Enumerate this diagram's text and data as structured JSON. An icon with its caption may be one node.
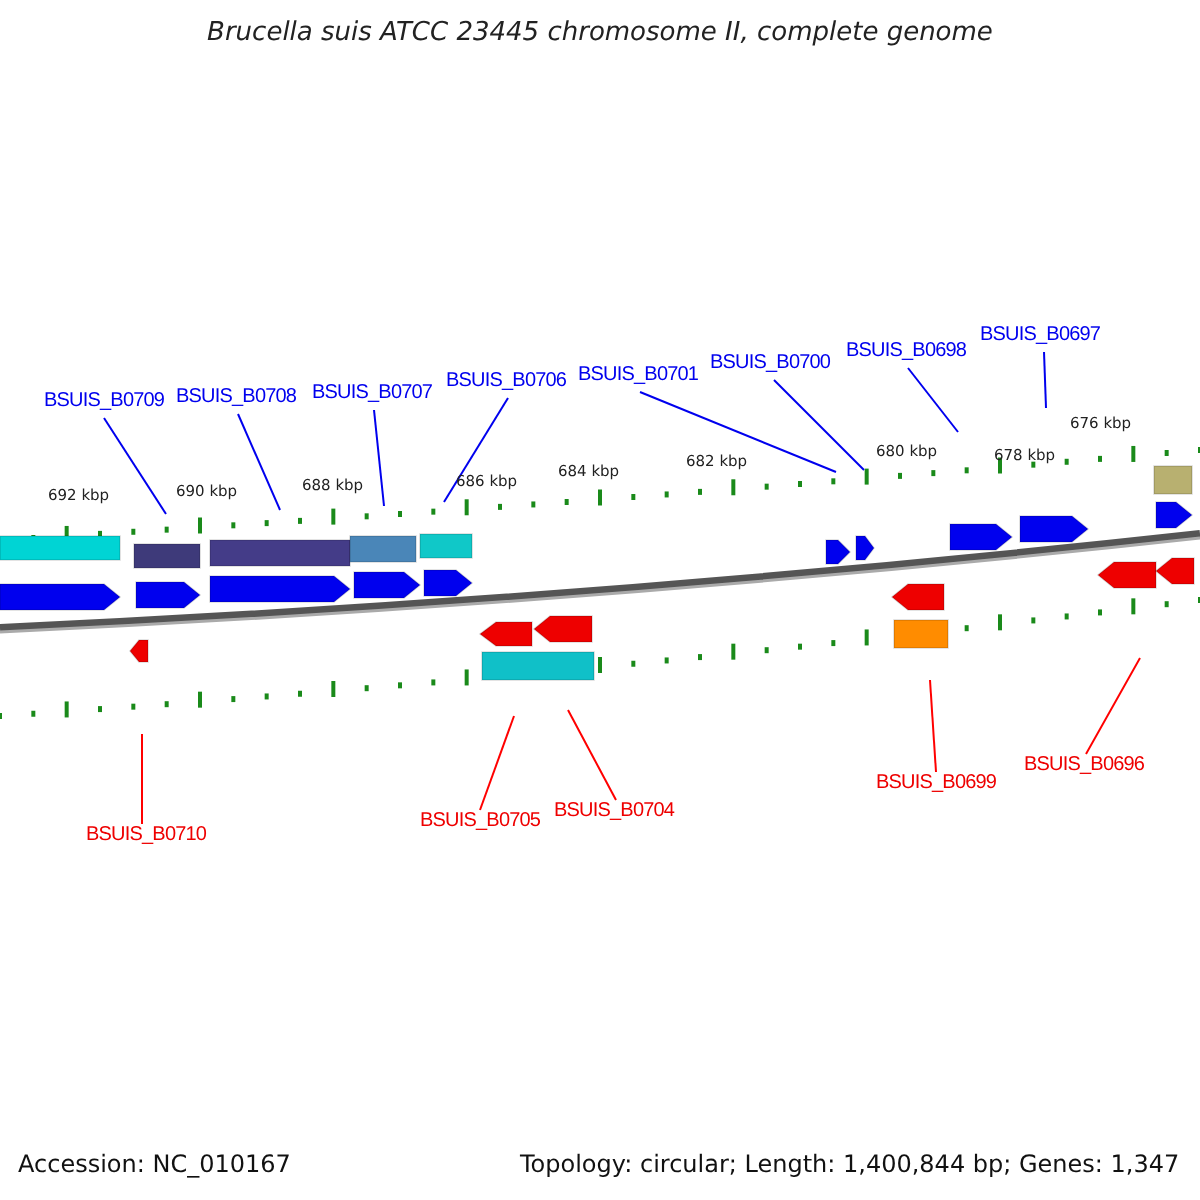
{
  "diagram": {
    "title": "Brucella suis ATCC 23445 chromosome II, complete genome",
    "nodes": [
      {
        "text": [
          "BSUIS_B0709"
        ]
      },
      {
        "text": [
          "BSUIS_B0708"
        ]
      },
      {
        "text": [
          "BSUIS_B0707"
        ]
      },
      {
        "text": [
          "BSUIS_B0706"
        ]
      },
      {
        "text": [
          "BSUIS_B0701"
        ]
      },
      {
        "text": [
          "BSUIS_B0700"
        ]
      },
      {
        "text": [
          "BSUIS_B0698"
        ]
      },
      {
        "text": [
          "BSUIS_B0697"
        ]
      },
      {
        "text": [
          "BSUIS_B0710"
        ]
      },
      {
        "text": [
          "BSUIS_B0705"
        ]
      },
      {
        "text": [
          "BSUIS_B0704"
        ]
      },
      {
        "text": [
          "BSUIS_B0699"
        ]
      },
      {
        "text": [
          "BSUIS_B0696"
        ]
      }
    ],
    "edges": [
      {
        "from": 0,
        "to": null,
        "arrow": "none"
      },
      {
        "from": 1,
        "to": null,
        "arrow": "none"
      },
      {
        "from": 2,
        "to": null,
        "arrow": "none"
      },
      {
        "from": 3,
        "to": null,
        "arrow": "none"
      },
      {
        "from": 4,
        "to": null,
        "arrow": "none"
      },
      {
        "from": 5,
        "to": null,
        "arrow": "none"
      },
      {
        "from": 6,
        "to": null,
        "arrow": "none"
      },
      {
        "from": 7,
        "to": null,
        "arrow": "none"
      },
      {
        "from": 8,
        "to": null,
        "arrow": "none",
        "color": "#ff0000"
      },
      {
        "from": 9,
        "to": null,
        "arrow": "none",
        "color": "#ff0000"
      },
      {
        "from": 10,
        "to": null,
        "arrow": "none",
        "color": "#ff0000"
      },
      {
        "from": 11,
        "to": null,
        "arrow": "none",
        "color": "#ff0000"
      },
      {
        "from": 12,
        "to": null,
        "arrow": "none",
        "color": "#ff0000"
      }
    ],
    "labels": [
      "692 kbp",
      "690 kbp",
      "688 kbp",
      "686 kbp",
      "684 kbp",
      "682 kbp",
      "680 kbp",
      "678 kbp",
      "676 kbp",
      "Accession: NC_010167",
      "Topology: circular; Length: 1,400,844 bp; Genes: 1,347"
    ]
  }
}
